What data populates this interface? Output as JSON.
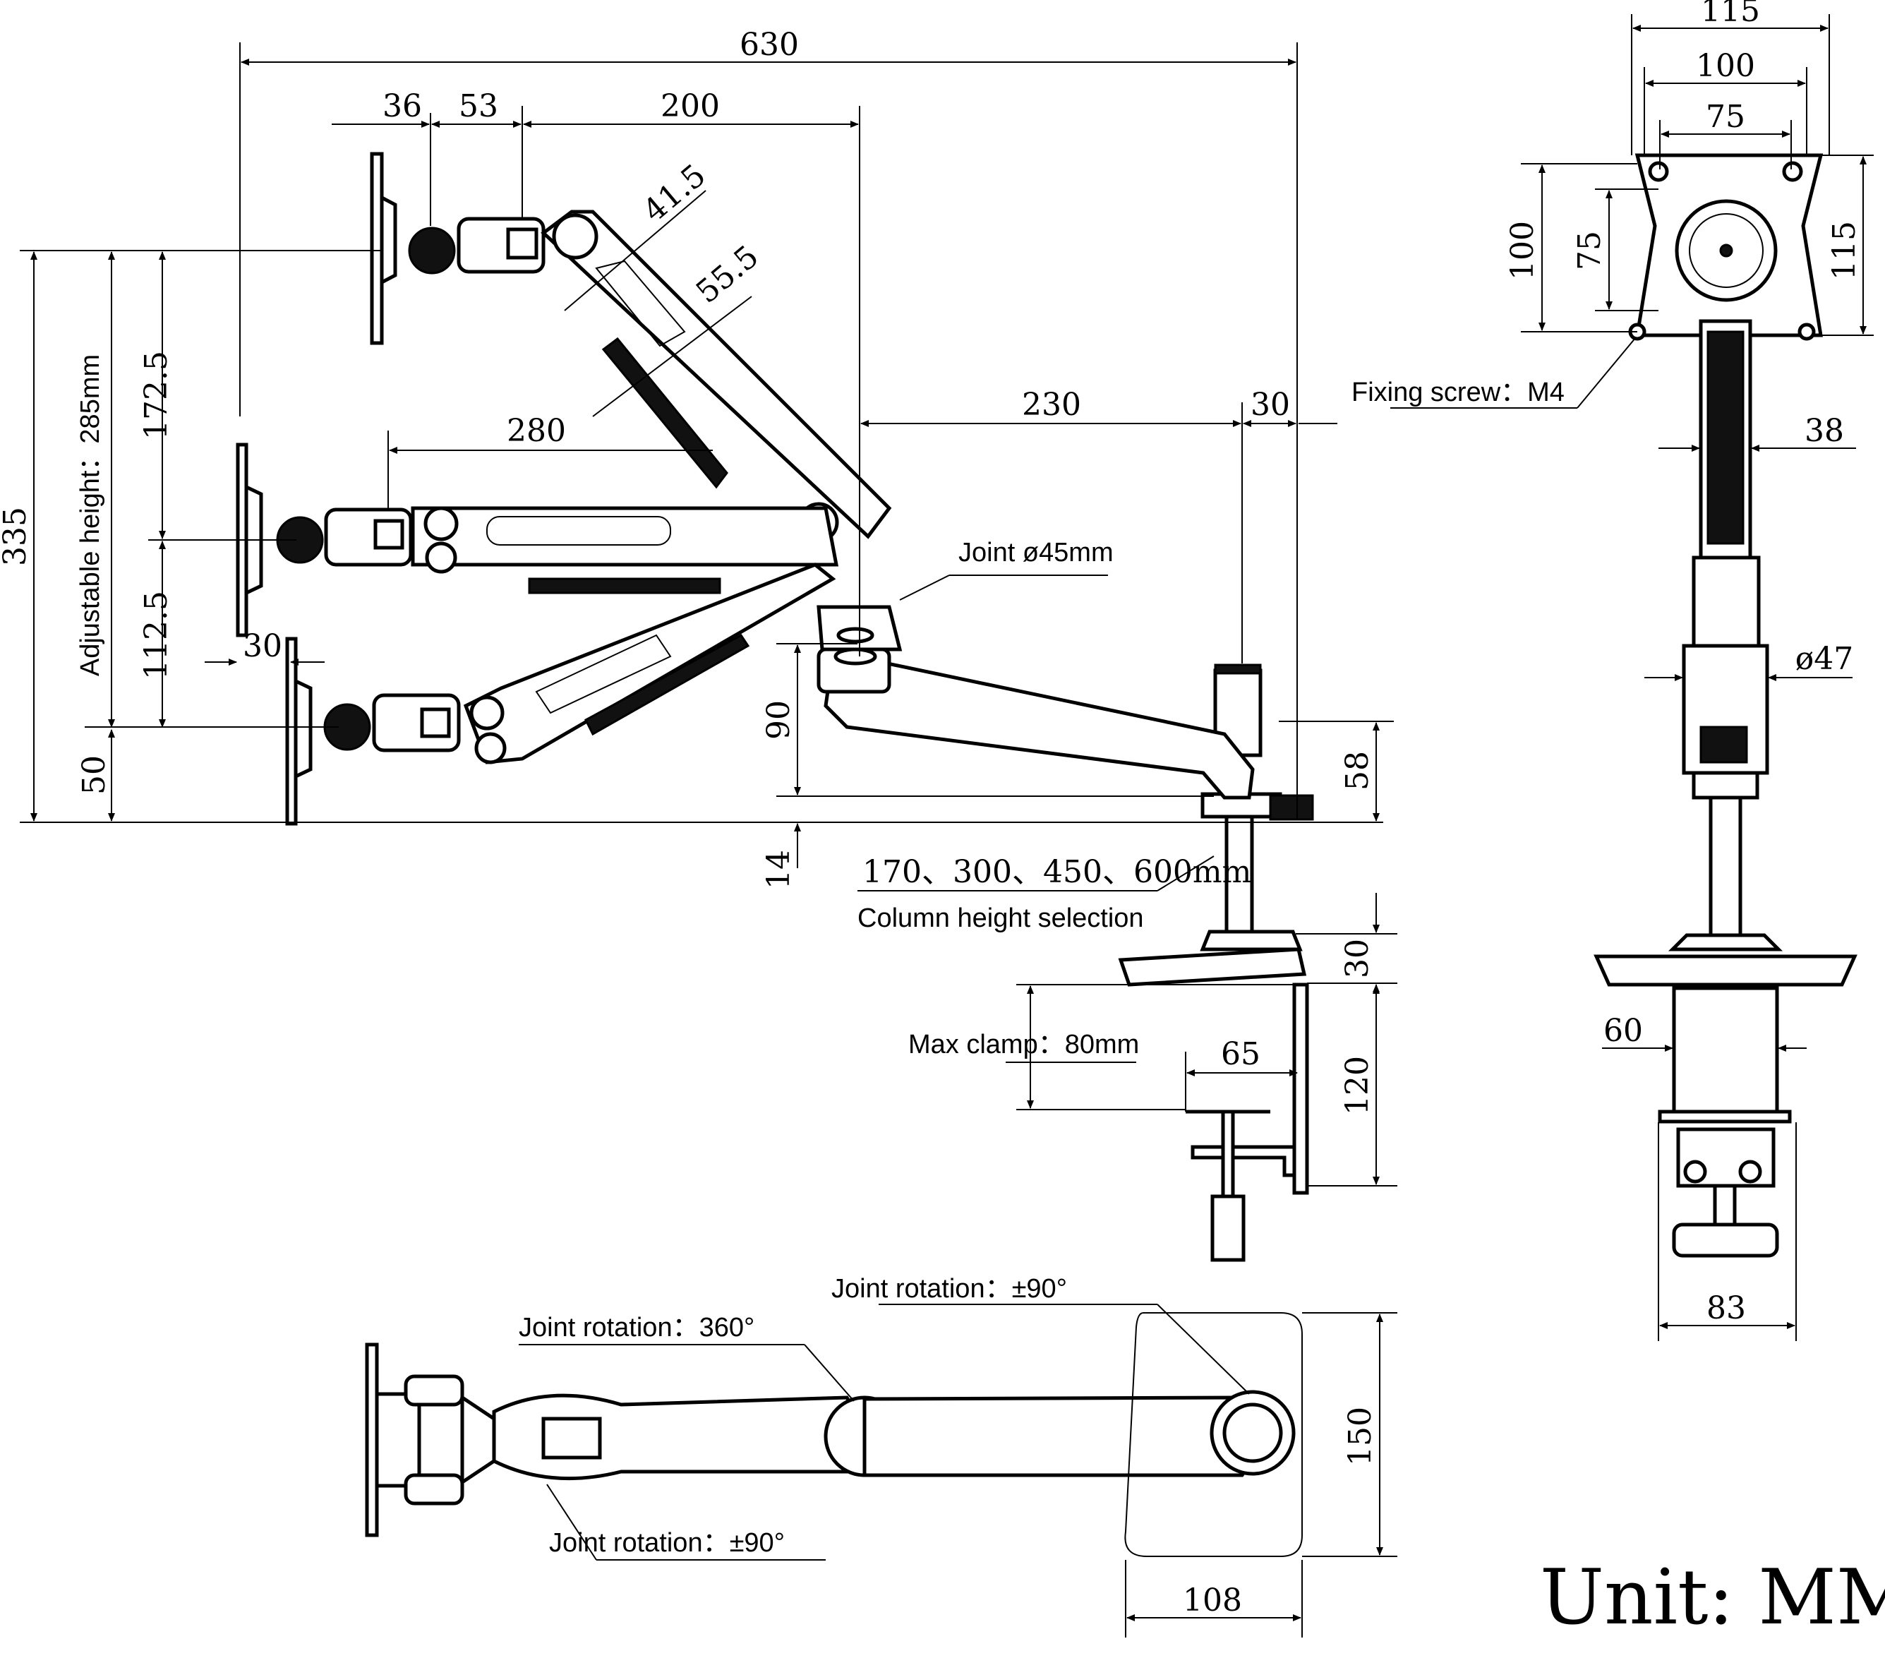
{
  "dimensions": {
    "d630": "630",
    "d36": "36",
    "d53": "53",
    "d200": "200",
    "d41_5": "41.5",
    "d55_5": "55.5",
    "d280": "280",
    "d230": "230",
    "d30_top": "30",
    "d335": "335",
    "d172_5": "172.5",
    "d112_5": "112.5",
    "d50": "50",
    "d30_left": "30",
    "d90": "90",
    "d14": "14",
    "d58": "58",
    "d30_base": "30",
    "d120": "120",
    "d65": "65",
    "d150": "150",
    "d108": "108",
    "r115_top": "115",
    "r100_top": "100",
    "r75_top": "75",
    "r100_left": "100",
    "r75_left": "75",
    "r115_right": "115",
    "r38": "38",
    "r47": "ø47",
    "r60": "60",
    "r83": "83"
  },
  "labels": {
    "adjustable_height": "Adjustable height：285mm",
    "joint_diameter": "Joint ø45mm",
    "column_heights": "170、300、450、600mm",
    "column_height_selection": "Column height selection",
    "max_clamp": "Max clamp：80mm",
    "fixing_screw": "Fixing screw：M4",
    "joint_rotation_90_top": "Joint rotation：±90°",
    "joint_rotation_360": "Joint rotation：360°",
    "joint_rotation_90_bottom": "Joint rotation：±90°",
    "unit": "Unit: MM"
  }
}
